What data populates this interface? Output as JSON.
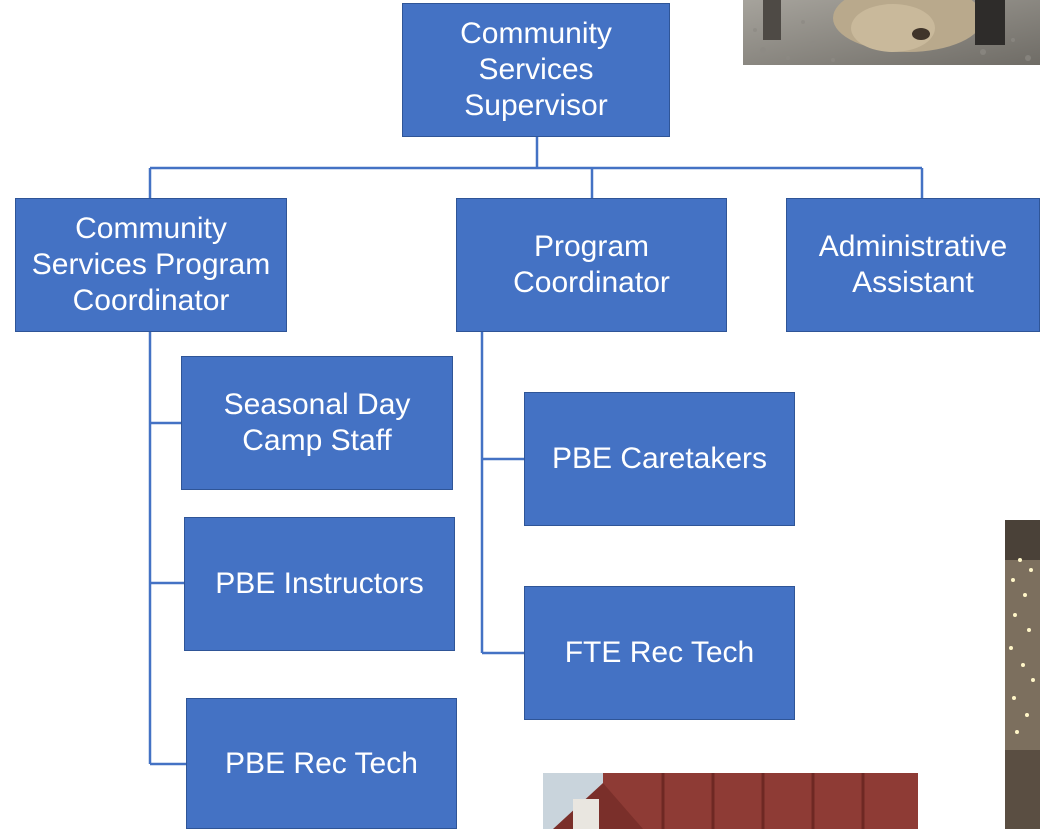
{
  "org_chart": {
    "root": {
      "id": "supervisor",
      "label": "Community Services Supervisor"
    },
    "managers": [
      {
        "id": "cs-program-coordinator",
        "label": "Community Services Program Coordinator",
        "reports": [
          {
            "id": "seasonal-day-camp-staff",
            "label": "Seasonal Day Camp Staff"
          },
          {
            "id": "pbe-instructors",
            "label": "PBE Instructors"
          },
          {
            "id": "pbe-rec-tech",
            "label": "PBE Rec Tech"
          }
        ]
      },
      {
        "id": "program-coordinator",
        "label": "Program Coordinator",
        "reports": [
          {
            "id": "pbe-caretakers",
            "label": "PBE Caretakers"
          },
          {
            "id": "fte-rec-tech",
            "label": "FTE Rec Tech"
          }
        ]
      },
      {
        "id": "administrative-assistant",
        "label": "Administrative Assistant",
        "reports": []
      }
    ]
  },
  "photos": [
    {
      "id": "photo-animal"
    },
    {
      "id": "photo-string-lights"
    },
    {
      "id": "photo-barn"
    }
  ],
  "colors": {
    "box_fill": "#4472c4",
    "box_border": "#2f5597",
    "box_text": "#ffffff",
    "connector": "#4472c4"
  }
}
